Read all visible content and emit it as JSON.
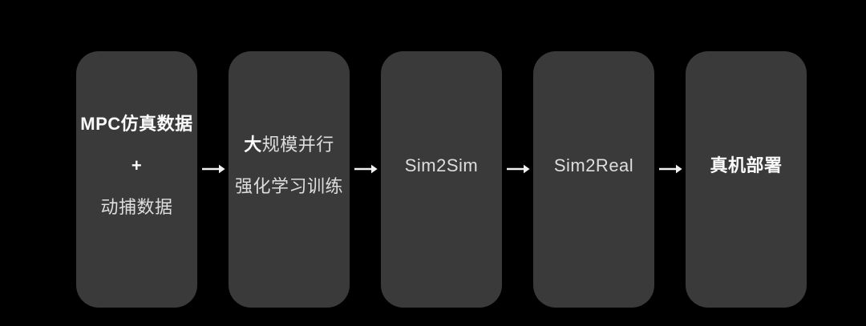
{
  "page": {
    "background": "#000000"
  },
  "diagram": {
    "node_fill": "#3a3a3a",
    "node_corner_radius": 28,
    "text_bright": "#fafafa",
    "text_dim": "#dedede",
    "arrow_color": "#f2f2f2",
    "connector_icon": "arrow-right-icon",
    "nodes": [
      {
        "id": "mpc-mocap-data",
        "lines": [
          {
            "segments": [
              {
                "text": "MPC仿真数据",
                "bold": true
              }
            ]
          },
          {
            "segments": [
              {
                "text": "+",
                "bold": true
              }
            ]
          },
          {
            "segments": [
              {
                "text": "动捕数据",
                "bold": false
              }
            ]
          }
        ]
      },
      {
        "id": "parallel-rl-training",
        "lines": [
          {
            "segments": [
              {
                "text": "大",
                "bold": true
              },
              {
                "text": "规模并行",
                "bold": false
              }
            ]
          },
          {
            "segments": [
              {
                "text": "强化学习训练",
                "bold": false
              }
            ]
          }
        ]
      },
      {
        "id": "sim2sim",
        "lines": [
          {
            "segments": [
              {
                "text": "Sim2Sim",
                "bold": false
              }
            ]
          }
        ]
      },
      {
        "id": "sim2real",
        "lines": [
          {
            "segments": [
              {
                "text": "Sim2Real",
                "bold": false
              }
            ]
          }
        ]
      },
      {
        "id": "real-robot-deployment",
        "lines": [
          {
            "segments": [
              {
                "text": "真机部署",
                "bold": true
              }
            ]
          }
        ]
      }
    ]
  }
}
